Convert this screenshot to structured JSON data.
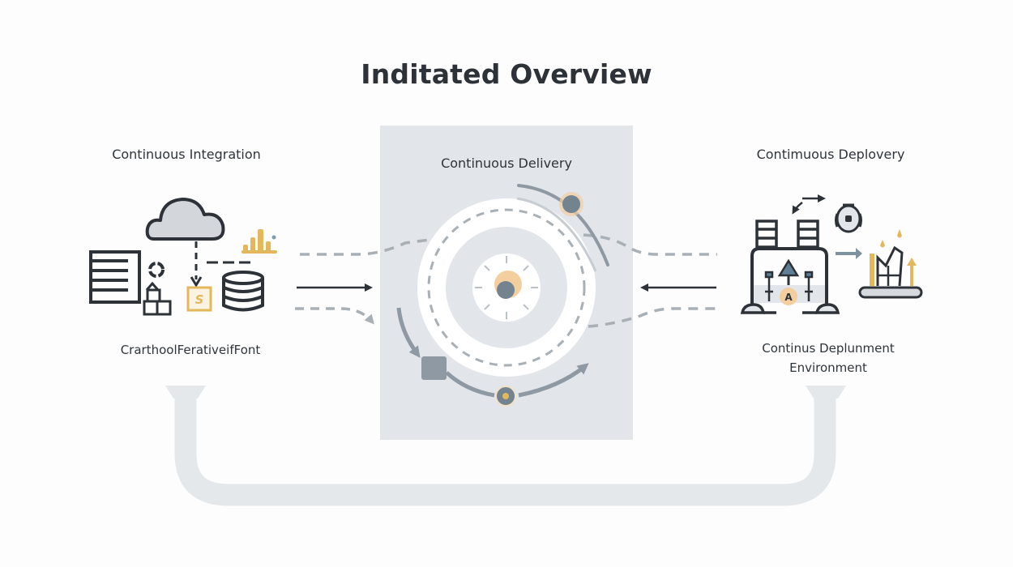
{
  "title": "Inditated Overview",
  "stages": {
    "integration": {
      "label": "Continuous Integration",
      "sublabel": "CrarthoolFerativeifFont"
    },
    "delivery": {
      "label": "Continuous Delivery"
    },
    "deployment": {
      "label": "Contimuous Deplovery",
      "sublabel_line1": "Continus Deplunment",
      "sublabel_line2": "Environment"
    }
  },
  "icons": {
    "integration_letter": "S",
    "deployment_letter": "A"
  },
  "colors": {
    "ink": "#2d3238",
    "accent_gold": "#e3b85c",
    "accent_peach": "#f3cf9f",
    "slate": "#8e99a3",
    "slate_dark": "#73838f",
    "panel": "#e2e5e9",
    "loop": "#e4e7ea",
    "dash": "#a8b0b6"
  }
}
